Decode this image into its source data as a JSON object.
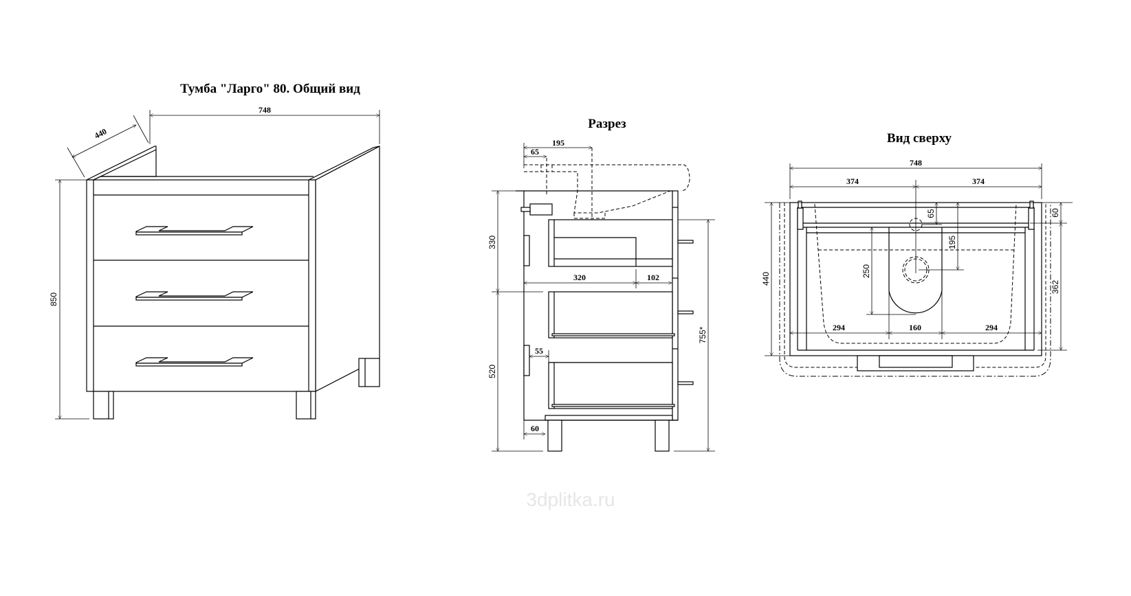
{
  "views": {
    "general": {
      "title": "Тумба \"Ларго\" 80. Общий вид",
      "dims": {
        "width": "748",
        "depth": "440",
        "height": "850"
      }
    },
    "section": {
      "title": "Разрез",
      "dims": {
        "d195": "195",
        "d65": "65",
        "d330": "330",
        "d520": "520",
        "d320": "320",
        "d102": "102",
        "d755": "755*",
        "d55": "55",
        "d60": "60"
      }
    },
    "top": {
      "title": "Вид сверху",
      "dims": {
        "width": "748",
        "left_half": "374",
        "right_half": "374",
        "depth": "440",
        "d60": "60",
        "d362": "362",
        "d65": "65",
        "d195": "195",
        "d250": "250",
        "left": "294",
        "mid": "160",
        "right": "294"
      }
    }
  },
  "watermark": "3dplitka.ru"
}
